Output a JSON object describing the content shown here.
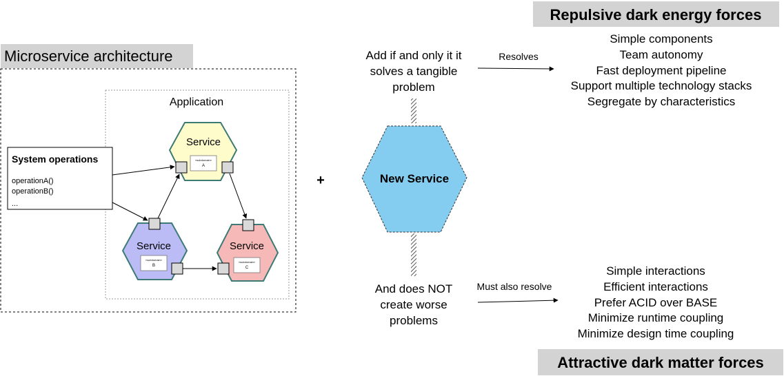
{
  "left_panel": {
    "title": "Microservice architecture",
    "application_label": "Application",
    "system_operations": {
      "title": "System operations",
      "lines": [
        "operationA()",
        "operationB()",
        "..."
      ]
    },
    "services": [
      {
        "label": "Service",
        "sublabel": "«subdomain»",
        "sublabel2": "A",
        "fill": "#fffccc",
        "stroke": "#3d7a75"
      },
      {
        "label": "Service",
        "sublabel": "«subdomain»",
        "sublabel2": "B",
        "fill": "#bbbbf5",
        "stroke": "#3d7a75"
      },
      {
        "label": "Service",
        "sublabel": "«subdomain»",
        "sublabel2": "C",
        "fill": "#f7b9b7",
        "stroke": "#3d7a75"
      }
    ]
  },
  "plus": "+",
  "center": {
    "top_text": [
      "Add if and only it it",
      "solves a tangible",
      "problem"
    ],
    "new_service": "New Service",
    "new_service_fill": "#84cdf0",
    "bottom_text": [
      "And does NOT",
      "create worse",
      "problems"
    ],
    "resolves_label": "Resolves",
    "must_resolve_label": "Must also resolve"
  },
  "repulsive": {
    "title": "Repulsive dark energy forces",
    "items": [
      "Simple components",
      "Team autonomy",
      "Fast deployment pipeline",
      "Support multiple technology stacks",
      "Segregate by characteristics"
    ]
  },
  "attractive": {
    "title": "Attractive dark matter forces",
    "items": [
      "Simple interactions",
      "Efficient interactions",
      "Prefer ACID over BASE",
      "Minimize runtime coupling",
      "Minimize design time coupling"
    ]
  },
  "colors": {
    "title_bg": "#d3d3d3",
    "port_fill": "#d9d9d9"
  }
}
